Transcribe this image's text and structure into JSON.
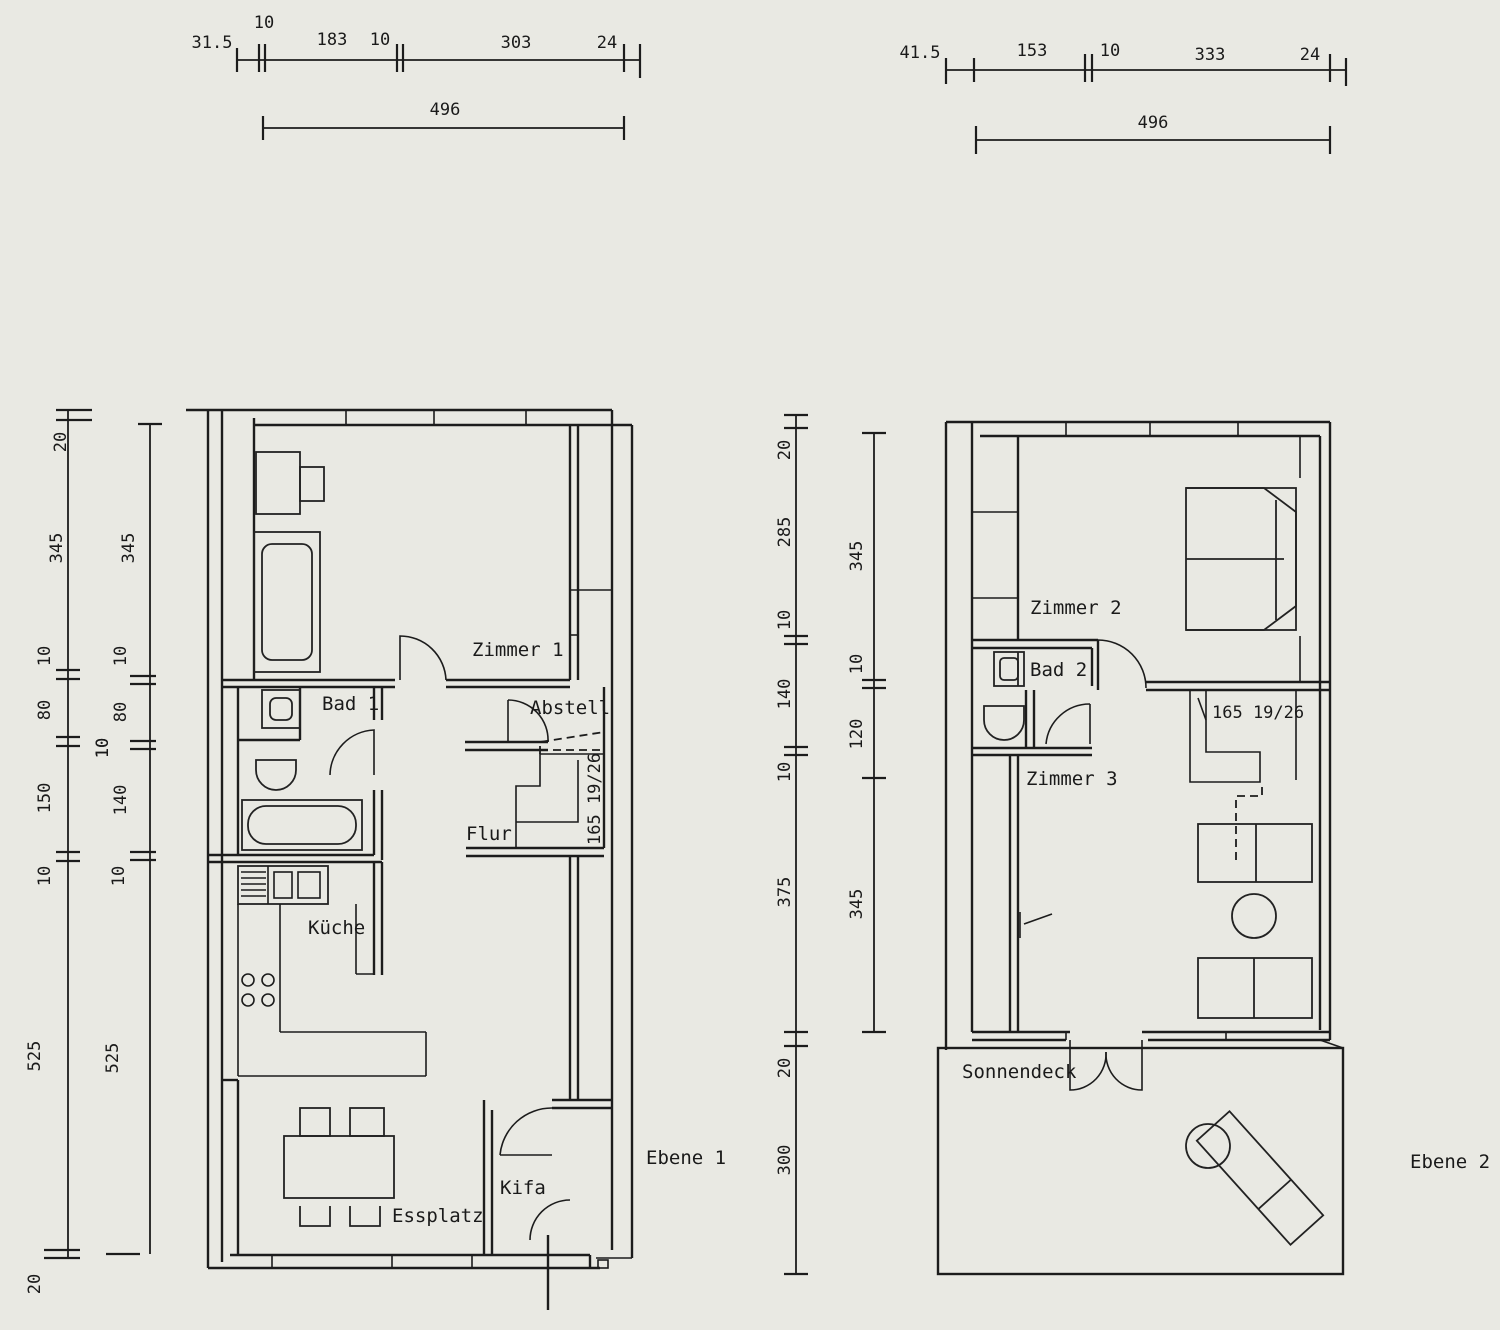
{
  "plans": [
    {
      "name": "Ebene 1",
      "rooms": [
        "Zimmer 1",
        "Bad 1",
        "Abstell",
        "Flur",
        "Küche",
        "Essplatz",
        "Kifa"
      ],
      "stair": "165 19/26",
      "top_dims": [
        "31.5",
        "10",
        "183",
        "10",
        "303",
        "24"
      ],
      "top_total": "496",
      "left_dims_a": [
        "20",
        "345",
        "10",
        "80",
        "10",
        "150",
        "10",
        "525",
        "20"
      ],
      "left_dims_b": [
        "345",
        "10",
        "80",
        "10",
        "140",
        "10",
        "525"
      ]
    },
    {
      "name": "Ebene 2",
      "rooms": [
        "Zimmer 2",
        "Bad 2",
        "Zimmer 3",
        "Sonnendeck"
      ],
      "stair": "165 19/26",
      "top_dims": [
        "41.5",
        "153",
        "10",
        "333",
        "24"
      ],
      "top_total": "496",
      "left_dims_a": [
        "20",
        "285",
        "10",
        "140",
        "10",
        "375",
        "20",
        "300"
      ],
      "left_dims_b": [
        "345",
        "10",
        "120",
        "345"
      ]
    }
  ]
}
